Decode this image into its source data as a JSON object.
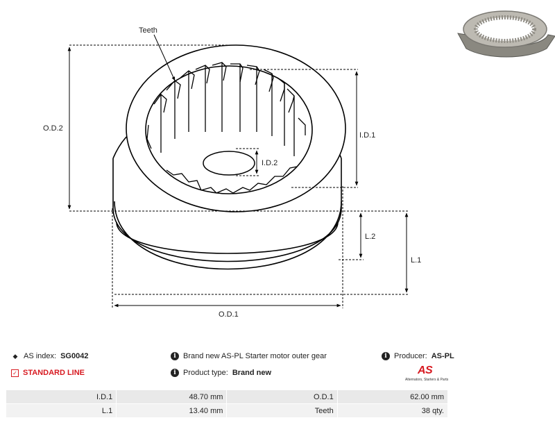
{
  "drawing": {
    "labels": {
      "teeth": "Teeth",
      "od2": "O.D.2",
      "id1": "I.D.1",
      "id2": "I.D.2",
      "l2": "L.2",
      "l1": "L.1",
      "od1": "O.D.1"
    }
  },
  "info": {
    "as_index_label": "AS index:",
    "as_index_value": "SG0042",
    "line": "STANDARD LINE",
    "description": "Brand new AS-PL Starter motor outer gear",
    "product_type_label": "Product type:",
    "product_type_value": "Brand new",
    "producer_label": "Producer:",
    "producer_value": "AS-PL"
  },
  "logo": {
    "mark": "AS",
    "tagline": "Alternators, Starters & Parts"
  },
  "specs": {
    "rows": [
      {
        "label_a": "I.D.1",
        "value_a": "48.70 mm",
        "label_b": "O.D.1",
        "value_b": "62.00 mm"
      },
      {
        "label_a": "L.1",
        "value_a": "13.40 mm",
        "label_b": "Teeth",
        "value_b": "38 qty."
      }
    ]
  },
  "colors": {
    "accent": "#d71920",
    "table_odd": "#e9e9e9",
    "table_even": "#f2f2f2"
  }
}
